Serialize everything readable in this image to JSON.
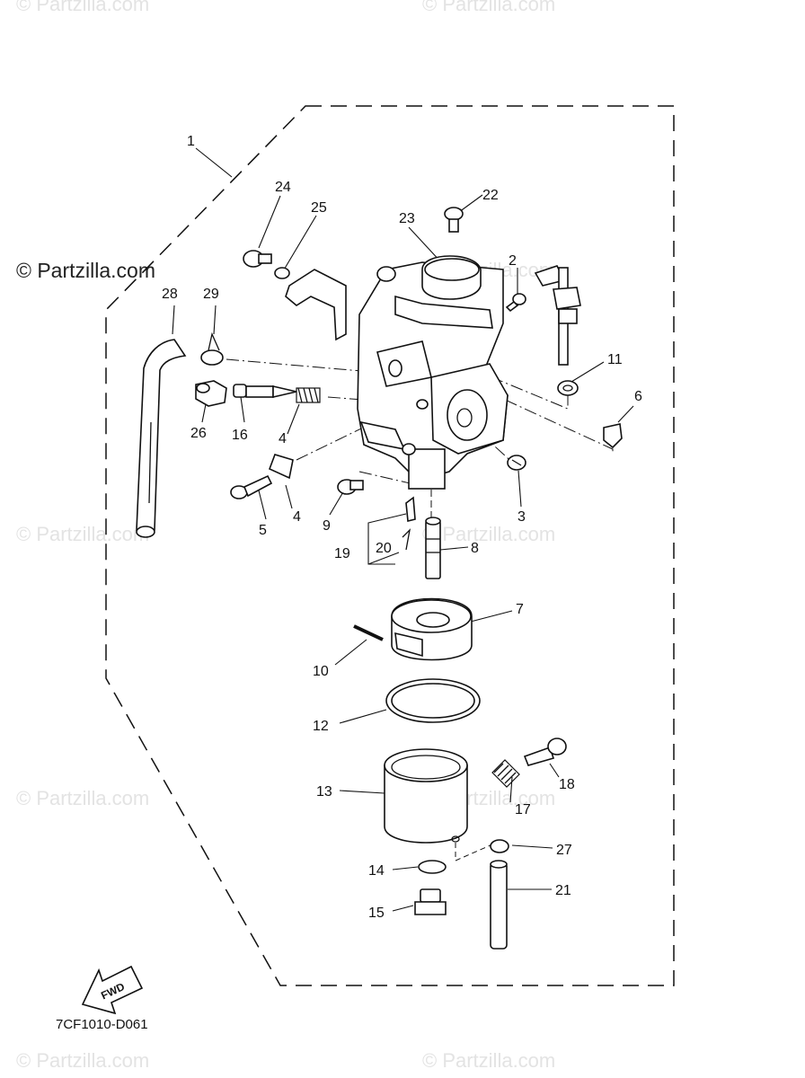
{
  "watermarks": {
    "top_left": "© Partzilla.com",
    "top_right": "© Partzilla.com",
    "upper_left_dark": "© Partzilla.com",
    "mid_left": "© Partzilla.com",
    "mid_right": "© Partzilla.com",
    "low_left": "© Partzilla.com",
    "low_right": "© Partzilla.com",
    "bottom_left": "© Partzilla.com",
    "bottom_right": "© Partzilla.com",
    "upper_right": "© Partzilla.com"
  },
  "diagram_code": "7CF1010-D061",
  "fwd_label": "FWD",
  "callouts": {
    "c1": "1",
    "c2": "2",
    "c3": "3",
    "c4a": "4",
    "c4b": "4",
    "c5": "5",
    "c6": "6",
    "c7": "7",
    "c8": "8",
    "c9": "9",
    "c10": "10",
    "c11": "11",
    "c12": "12",
    "c13": "13",
    "c14": "14",
    "c15": "15",
    "c16": "16",
    "c17": "17",
    "c18": "18",
    "c19": "19",
    "c20": "20",
    "c21": "21",
    "c22": "22",
    "c23": "23",
    "c24": "24",
    "c25": "25",
    "c26": "26",
    "c27": "27",
    "c28": "28",
    "c29": "29"
  }
}
